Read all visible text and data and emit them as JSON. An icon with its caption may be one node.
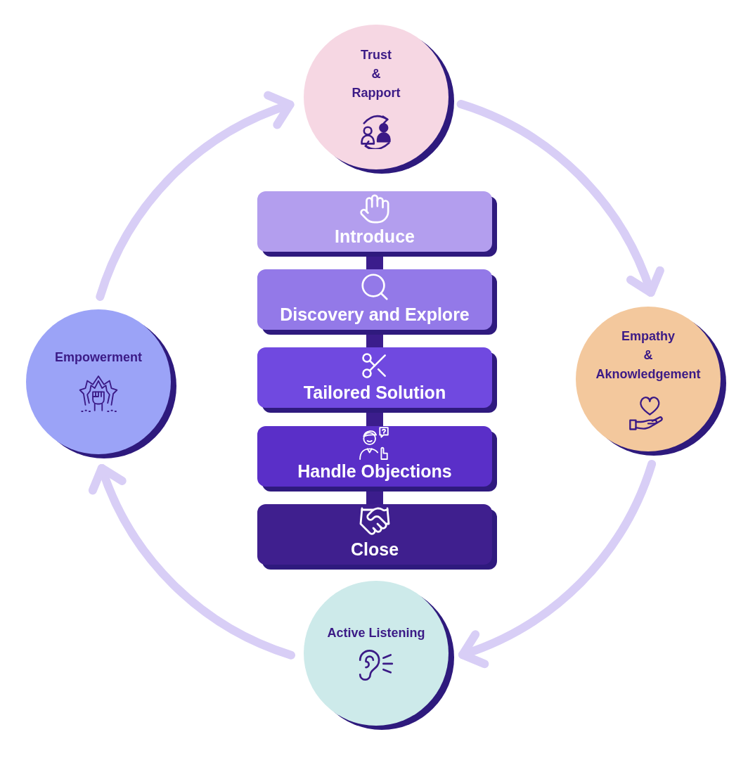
{
  "diagram": {
    "nodes": [
      {
        "text": [
          "Trust & Rapport"
        ]
      },
      {
        "text": [
          "Empathy & Aknowledgement"
        ]
      },
      {
        "text": [
          "Active Listening"
        ]
      },
      {
        "text": [
          "Empowerment"
        ]
      },
      {
        "text": [
          "Introduce"
        ]
      },
      {
        "text": [
          "Discovery and Explore"
        ]
      },
      {
        "text": [
          "Tailored Solution"
        ]
      },
      {
        "text": [
          "Handle Objections"
        ]
      },
      {
        "text": [
          "Close"
        ]
      }
    ],
    "edges": [
      {
        "from": 0,
        "to": 1,
        "arrow": "to"
      },
      {
        "from": 1,
        "to": 2,
        "arrow": "to"
      },
      {
        "from": 2,
        "to": 3,
        "arrow": "to"
      },
      {
        "from": 3,
        "to": 0,
        "arrow": "to"
      },
      {
        "from": 4,
        "to": 5,
        "arrow": "none",
        "style": "thick",
        "color": "#3b1d8c"
      },
      {
        "from": 5,
        "to": 6,
        "arrow": "none",
        "style": "thick",
        "color": "#3b1d8c"
      },
      {
        "from": 6,
        "to": 7,
        "arrow": "none",
        "style": "thick",
        "color": "#3b1d8c"
      },
      {
        "from": 7,
        "to": 8,
        "arrow": "none",
        "style": "thick",
        "color": "#3b1d8c"
      }
    ]
  }
}
